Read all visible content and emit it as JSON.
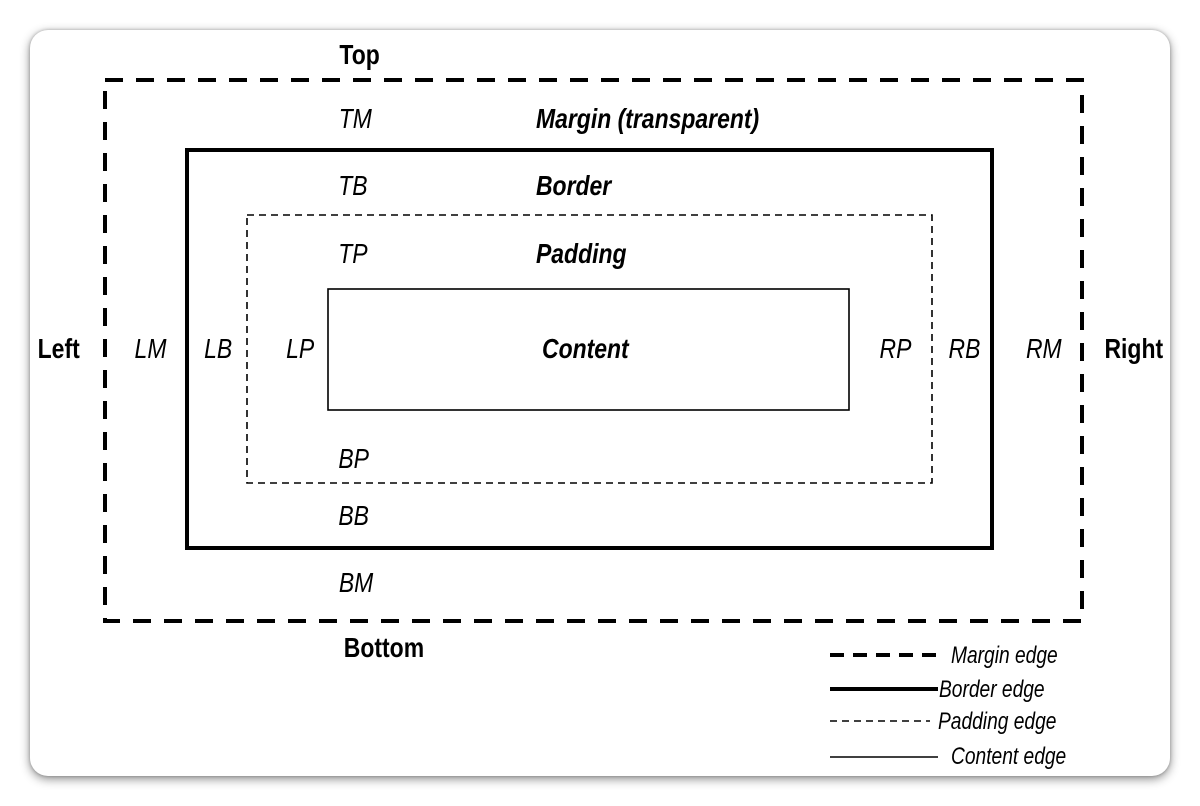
{
  "sides": {
    "top": "Top",
    "bottom": "Bottom",
    "left": "Left",
    "right": "Right"
  },
  "codes": {
    "tm": "TM",
    "tb": "TB",
    "tp": "TP",
    "bp": "BP",
    "bb": "BB",
    "bm": "BM",
    "lm": "LM",
    "lb": "LB",
    "lp": "LP",
    "rp": "RP",
    "rb": "RB",
    "rm": "RM"
  },
  "regions": {
    "margin": "Margin (transparent)",
    "border": "Border",
    "padding": "Padding",
    "content": "Content"
  },
  "legend": [
    {
      "label": "Margin edge"
    },
    {
      "label": "Border edge"
    },
    {
      "label": "Padding edge"
    },
    {
      "label": "Content edge"
    }
  ]
}
